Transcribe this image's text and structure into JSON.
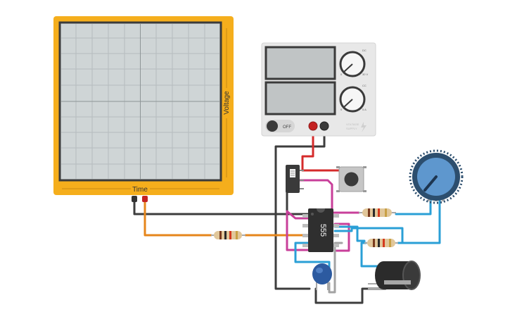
{
  "oscilloscope": {
    "x_axis_label": "Time",
    "y_axis_label": "Voltage",
    "frame_color": "#f5ae1c",
    "screen_color": "#cfd5d6"
  },
  "power_supply": {
    "voltage_knob_label": "DC",
    "voltage_max": "30 V",
    "voltage_min": "0",
    "current_knob_label": "CC",
    "current_max": "5 A",
    "current_min": "0",
    "switch_label": "OFF",
    "brand_line1": "VOLTAGE",
    "brand_line2": "SUPPLY"
  },
  "ic": {
    "label": "555"
  },
  "wire_colors": {
    "black": "#3d3d3d",
    "red": "#d52b2b",
    "orange": "#e6861b",
    "magenta": "#c83f9a",
    "blue": "#2a9fd6",
    "gray": "#a3a3a3"
  },
  "icons": {
    "potentiometer": "rotary-knob-icon",
    "capacitor_ceramic": "ceramic-capacitor-icon",
    "capacitor_electrolytic": "electrolytic-capacitor-icon",
    "push_button": "push-button-icon",
    "slide_switch": "slide-switch-icon"
  }
}
